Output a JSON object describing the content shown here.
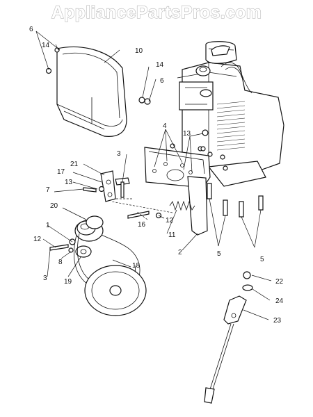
{
  "watermark": "AppliancePartsPros.com",
  "callouts": [
    {
      "id": "c6a",
      "label": "6"
    },
    {
      "id": "c14a",
      "label": "14"
    },
    {
      "id": "c10",
      "label": "10"
    },
    {
      "id": "c14b",
      "label": "14"
    },
    {
      "id": "c6b",
      "label": "6"
    },
    {
      "id": "c4",
      "label": "4"
    },
    {
      "id": "c13a",
      "label": "13"
    },
    {
      "id": "c3a",
      "label": "3"
    },
    {
      "id": "c21",
      "label": "21"
    },
    {
      "id": "c17",
      "label": "17"
    },
    {
      "id": "c13b",
      "label": "13"
    },
    {
      "id": "c7",
      "label": "7"
    },
    {
      "id": "c20",
      "label": "20"
    },
    {
      "id": "c12a",
      "label": "12"
    },
    {
      "id": "c16",
      "label": "16"
    },
    {
      "id": "c11",
      "label": "11"
    },
    {
      "id": "c1",
      "label": "1"
    },
    {
      "id": "c12b",
      "label": "12"
    },
    {
      "id": "c2",
      "label": "2"
    },
    {
      "id": "c8",
      "label": "8"
    },
    {
      "id": "c5a",
      "label": "5"
    },
    {
      "id": "c5b",
      "label": "5"
    },
    {
      "id": "c18",
      "label": "18"
    },
    {
      "id": "c3b",
      "label": "3"
    },
    {
      "id": "c19",
      "label": "19"
    },
    {
      "id": "c22",
      "label": "22"
    },
    {
      "id": "c24",
      "label": "24"
    },
    {
      "id": "c23",
      "label": "23"
    }
  ]
}
